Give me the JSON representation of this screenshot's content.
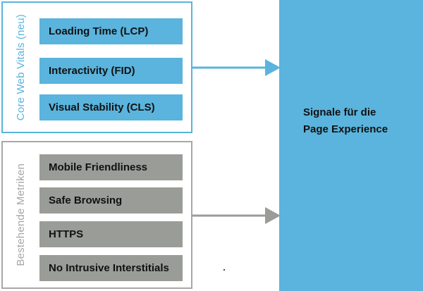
{
  "groups": {
    "cwv": {
      "title": "Core Web Vitals (neu)",
      "color": "#5ab4dd",
      "items": [
        "Loading Time (LCP)",
        "Interactivity (FID)",
        "Visual Stability (CLS)"
      ]
    },
    "existing": {
      "title": "Bestehende Metriken",
      "color": "#a5a8a5",
      "items": [
        "Mobile Friendliness",
        "Safe Browsing",
        "HTTPS",
        "No Intrusive Interstitials"
      ]
    }
  },
  "target": {
    "line1": "Signale für die",
    "line2": "Page Experience",
    "color": "#5ab4dd"
  }
}
